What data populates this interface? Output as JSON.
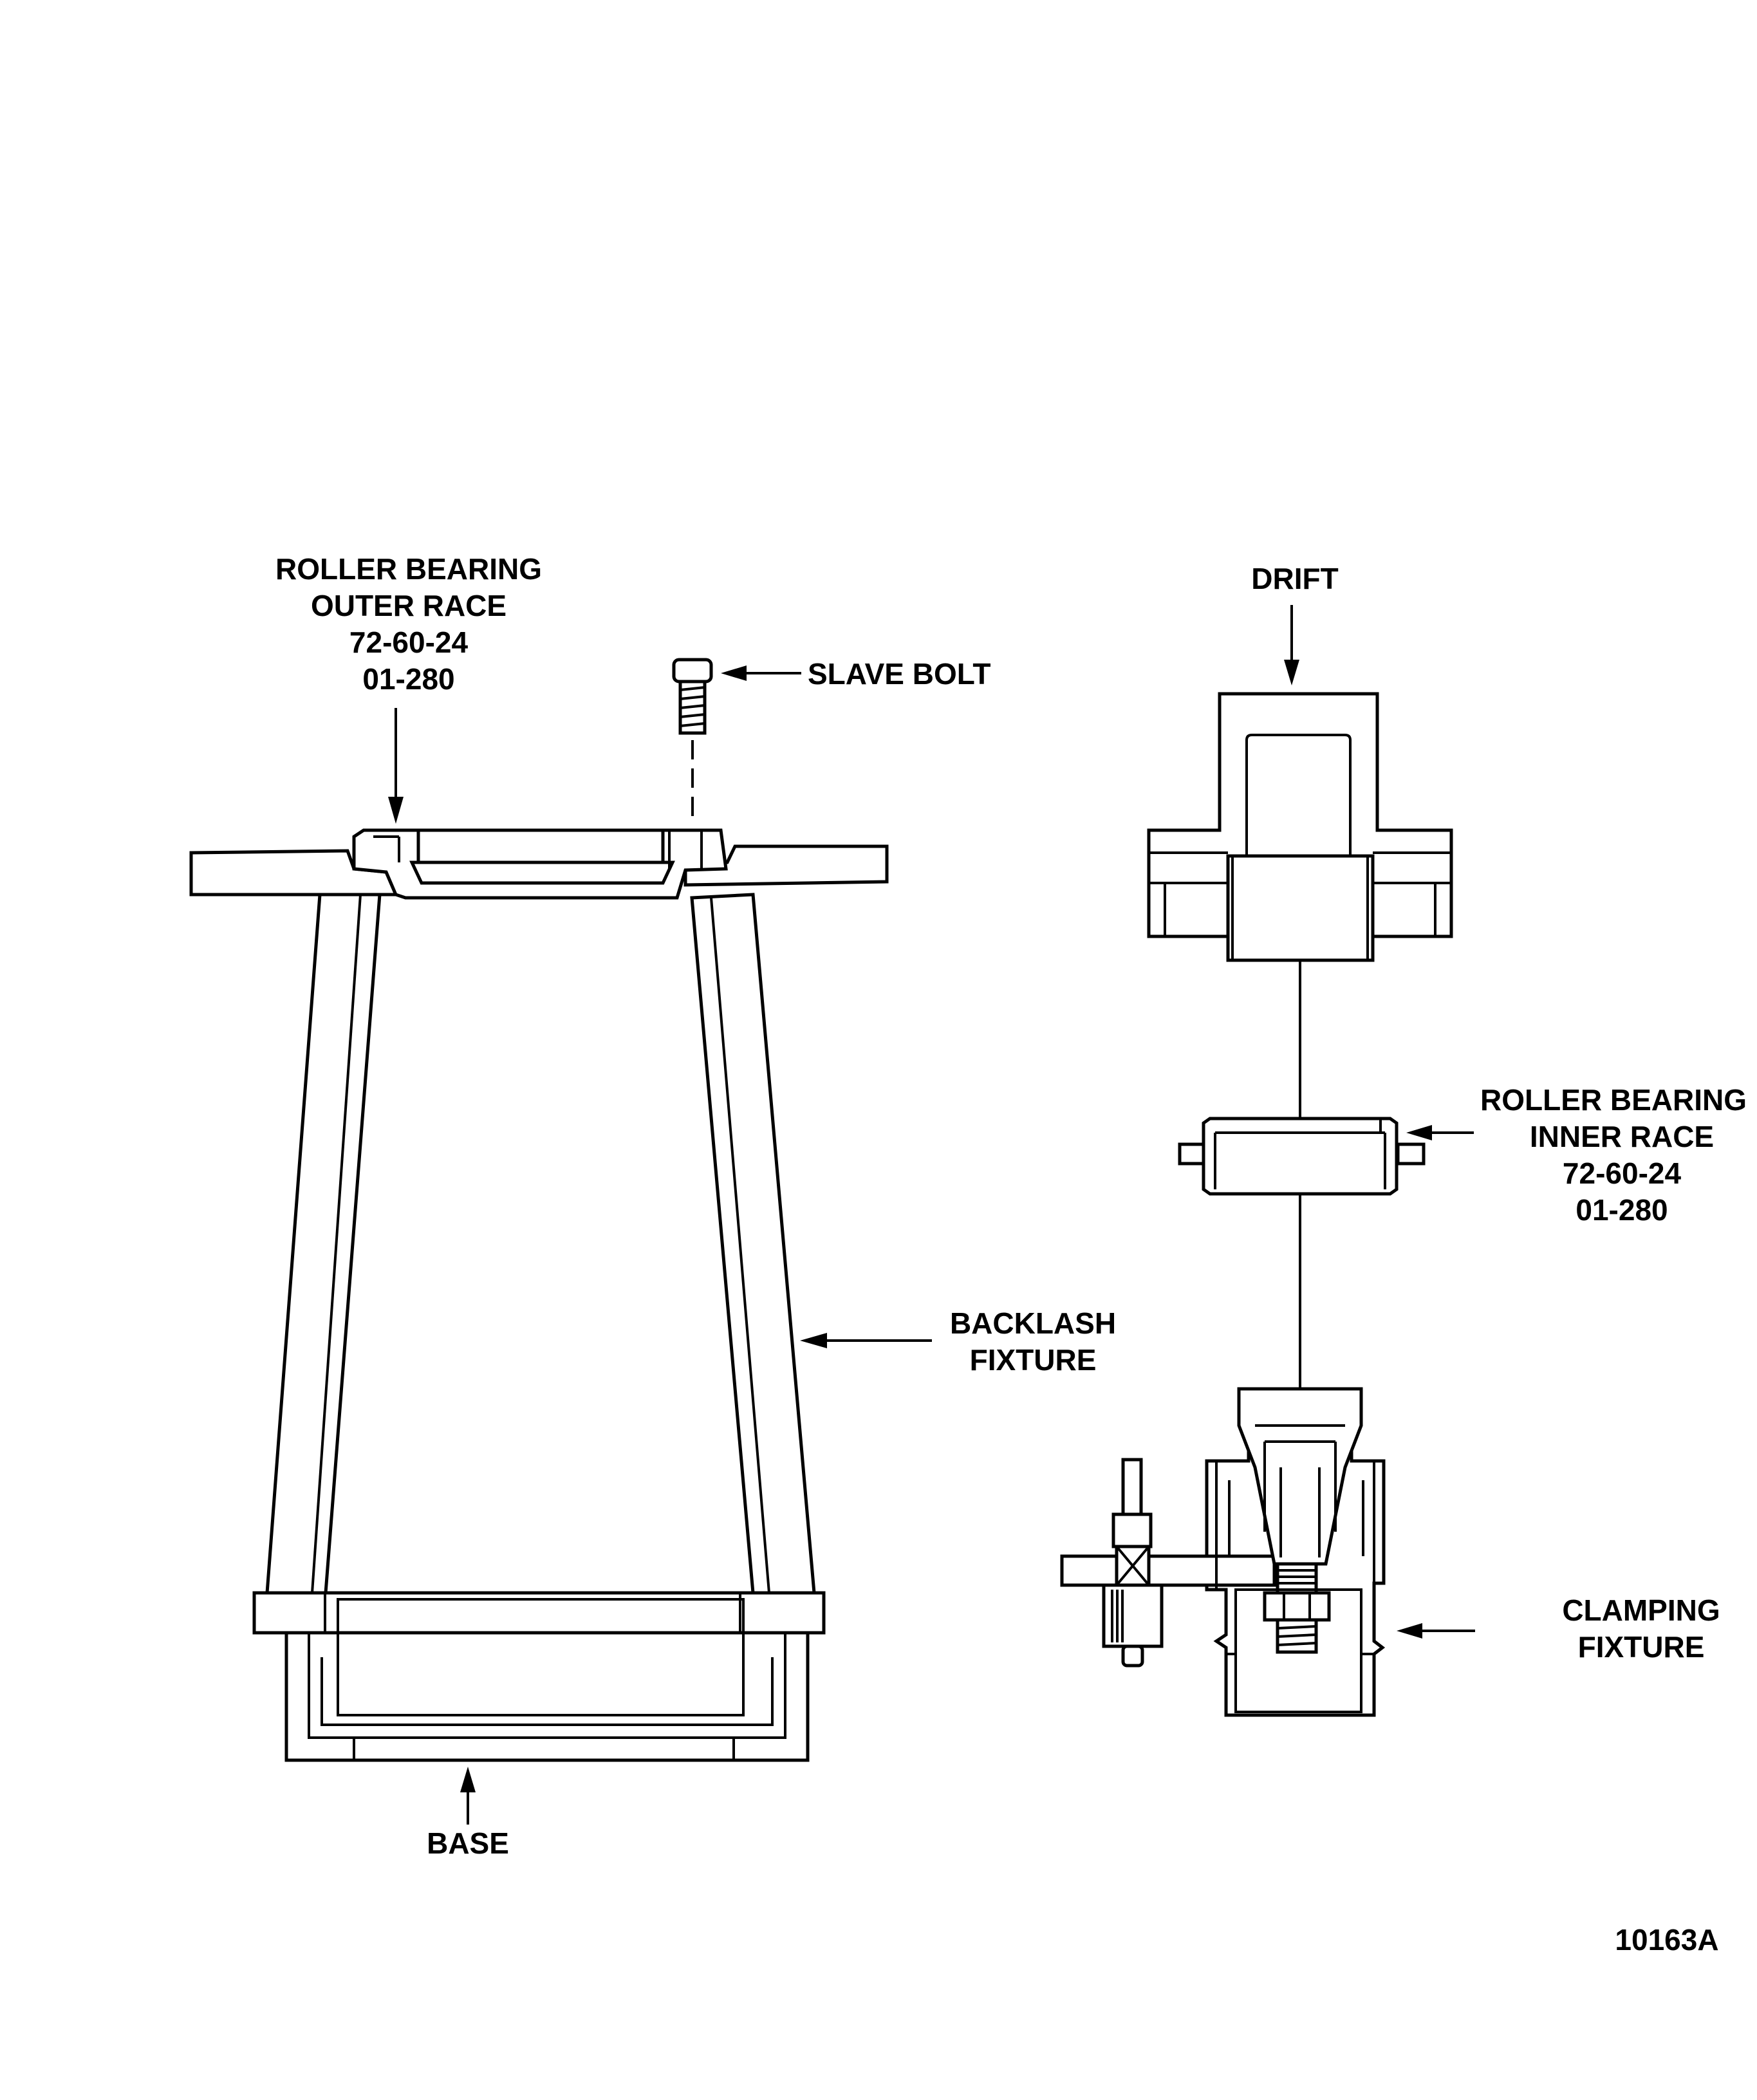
{
  "labels": {
    "outer_race": [
      "ROLLER BEARING",
      "OUTER RACE",
      "72-60-24",
      "01-280"
    ],
    "slave_bolt": "SLAVE BOLT",
    "drift": "DRIFT",
    "inner_race": [
      "ROLLER BEARING",
      "INNER RACE",
      "72-60-24",
      "01-280"
    ],
    "backlash_fixture": [
      "BACKLASH",
      "FIXTURE"
    ],
    "clamping_fixture": [
      "CLAMPING",
      "FIXTURE"
    ],
    "base": "BASE",
    "figure_number": "10163A"
  },
  "colors": {
    "line": "#000000",
    "background": "#ffffff"
  }
}
